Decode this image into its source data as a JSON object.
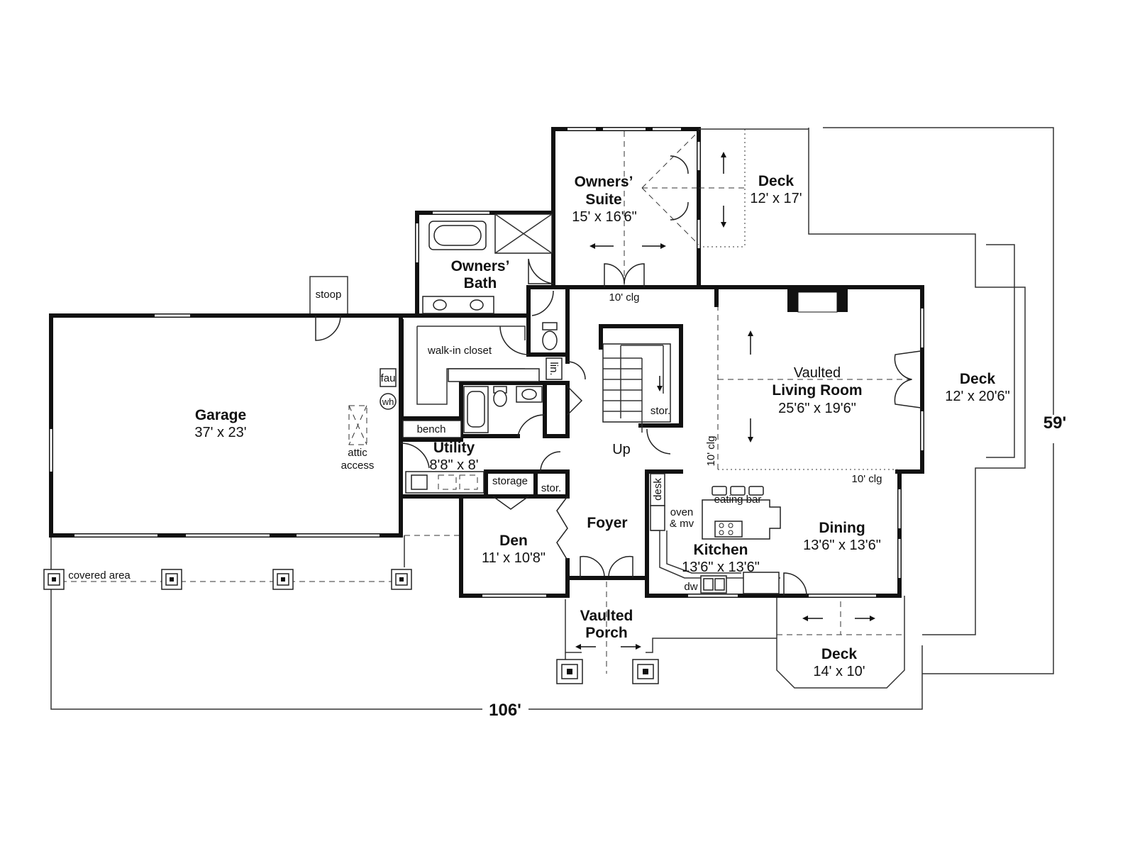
{
  "rooms": {
    "owners_suite": {
      "line1": "Owners’",
      "line2": "Suite",
      "dims": "15' x 16'6\""
    },
    "deck_suite": {
      "name": "Deck",
      "dims": "12' x 17'"
    },
    "owners_bath": {
      "line1": "Owners’",
      "line2": "Bath"
    },
    "walkin_closet": {
      "name": "walk-in closet"
    },
    "garage": {
      "name": "Garage",
      "dims": "37' x 23'"
    },
    "living": {
      "line1": "Vaulted",
      "line2": "Living Room",
      "dims": "25'6\" x 19'6\""
    },
    "deck_living": {
      "name": "Deck",
      "dims": "12' x 20'6\""
    },
    "utility": {
      "name": "Utility",
      "dims": "8'8\" x 8'"
    },
    "den": {
      "name": "Den",
      "dims": "11' x 10'8\""
    },
    "foyer": {
      "name": "Foyer"
    },
    "kitchen": {
      "name": "Kitchen",
      "dims": "13'6\" x 13'6\""
    },
    "dining": {
      "name": "Dining",
      "dims": "13'6\" x 13'6\""
    },
    "porch": {
      "line1": "Vaulted",
      "line2": "Porch"
    },
    "deck_front": {
      "name": "Deck",
      "dims": "14' x 10'"
    }
  },
  "labels": {
    "stoop": "stoop",
    "fau": "fau",
    "wh": "wh",
    "attic1": "attic",
    "attic2": "access",
    "bench": "bench",
    "storage": "storage",
    "stor_small": "stor.",
    "stor_stair": "stor.",
    "lin": "lin.",
    "up": "Up",
    "clg_suite": "10' clg",
    "clg_living": "10' clg",
    "clg_dining": "10' clg",
    "desk": "desk",
    "oven1": "oven",
    "oven2": "& mv",
    "eating_bar": "eating bar",
    "dw": "dw",
    "covered_area": "covered area"
  },
  "dimensions": {
    "width": "106'",
    "depth": "59'"
  }
}
